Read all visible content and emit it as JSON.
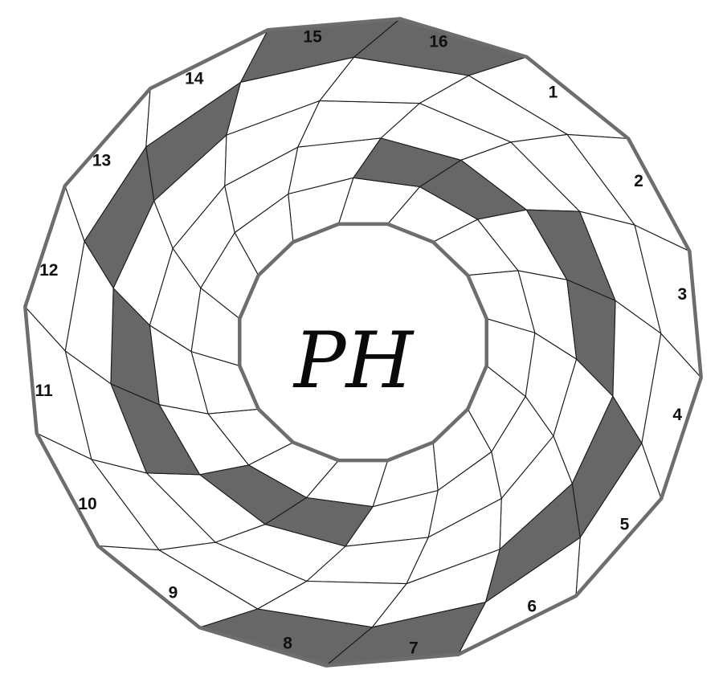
{
  "board": {
    "rows": 16,
    "rings": 5,
    "row_labels": [
      "1",
      "2",
      "3",
      "4",
      "5",
      "6",
      "7",
      "8",
      "9",
      "10",
      "11",
      "12",
      "13",
      "14",
      "15",
      "16"
    ],
    "dark_cells": [
      [
        0,
        1
      ],
      [
        1,
        1
      ],
      [
        2,
        2
      ],
      [
        3,
        2
      ],
      [
        4,
        3
      ],
      [
        5,
        3
      ],
      [
        6,
        4
      ],
      [
        7,
        4
      ],
      [
        8,
        1
      ],
      [
        9,
        1
      ],
      [
        10,
        2
      ],
      [
        11,
        2
      ],
      [
        12,
        3
      ],
      [
        13,
        3
      ],
      [
        14,
        4
      ],
      [
        15,
        4
      ]
    ],
    "colors": {
      "dark": "#676767",
      "light": "#ffffff",
      "outline": "#6d6d6d",
      "line": "#1a1a1a"
    }
  },
  "logo": {
    "text": "PH"
  }
}
